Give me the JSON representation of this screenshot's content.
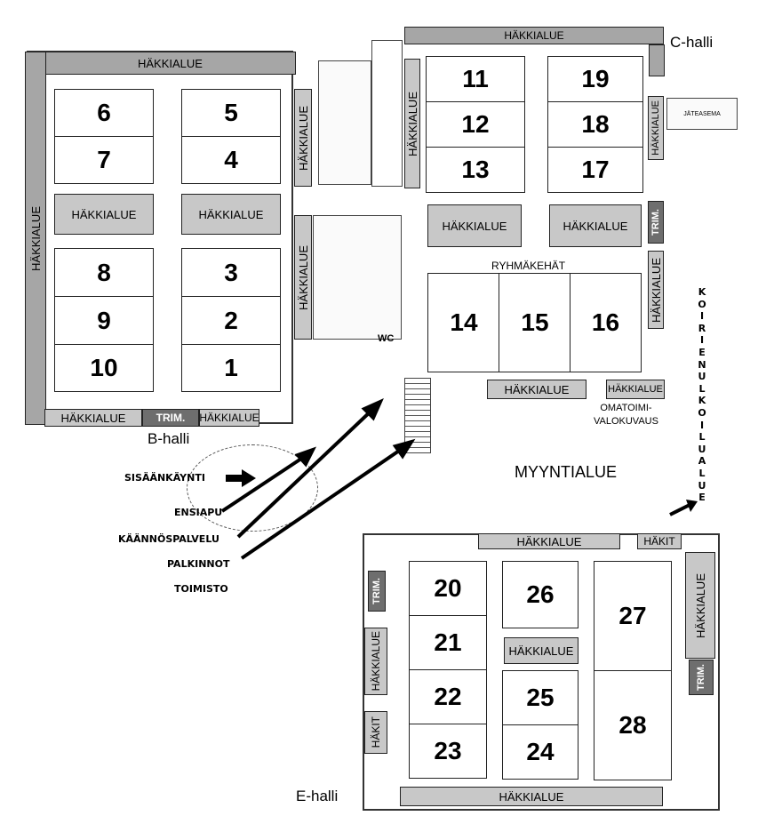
{
  "pen_label": "HÄKKIALUE",
  "trim_label": "TRIM.",
  "hakit_label": "HÄKIT",
  "halls": {
    "b": "B-halli",
    "c": "C-halli",
    "e": "E-halli"
  },
  "rings": [
    "6",
    "5",
    "7",
    "4",
    "8",
    "3",
    "9",
    "2",
    "10",
    "1",
    "11",
    "19",
    "12",
    "18",
    "13",
    "17",
    "14",
    "15",
    "16",
    "20",
    "26",
    "27",
    "21",
    "22",
    "25",
    "28",
    "23",
    "24"
  ],
  "group_rings_label": "RYHMÄKEHÄT",
  "sales_area": "MYYNTIALUE",
  "self_photo": [
    "OMATOIMI-",
    "VALOKUVAUS"
  ],
  "wc": "WC",
  "dog_exercise_letters": [
    "K",
    "O",
    "I",
    "R",
    "I",
    "E",
    "N",
    "U",
    "L",
    "K",
    "O",
    "I",
    "L",
    "U",
    "A",
    "L",
    "U",
    "E"
  ],
  "services": {
    "entrance": "SISÄÄNKÄYNTI",
    "first_aid": "ENSIAPU",
    "translation": "KÄÄNNÖSPALVELU",
    "prizes": "PALKINNOT",
    "office": "TOIMISTO"
  },
  "waste_station": "JÄTEASEMA"
}
